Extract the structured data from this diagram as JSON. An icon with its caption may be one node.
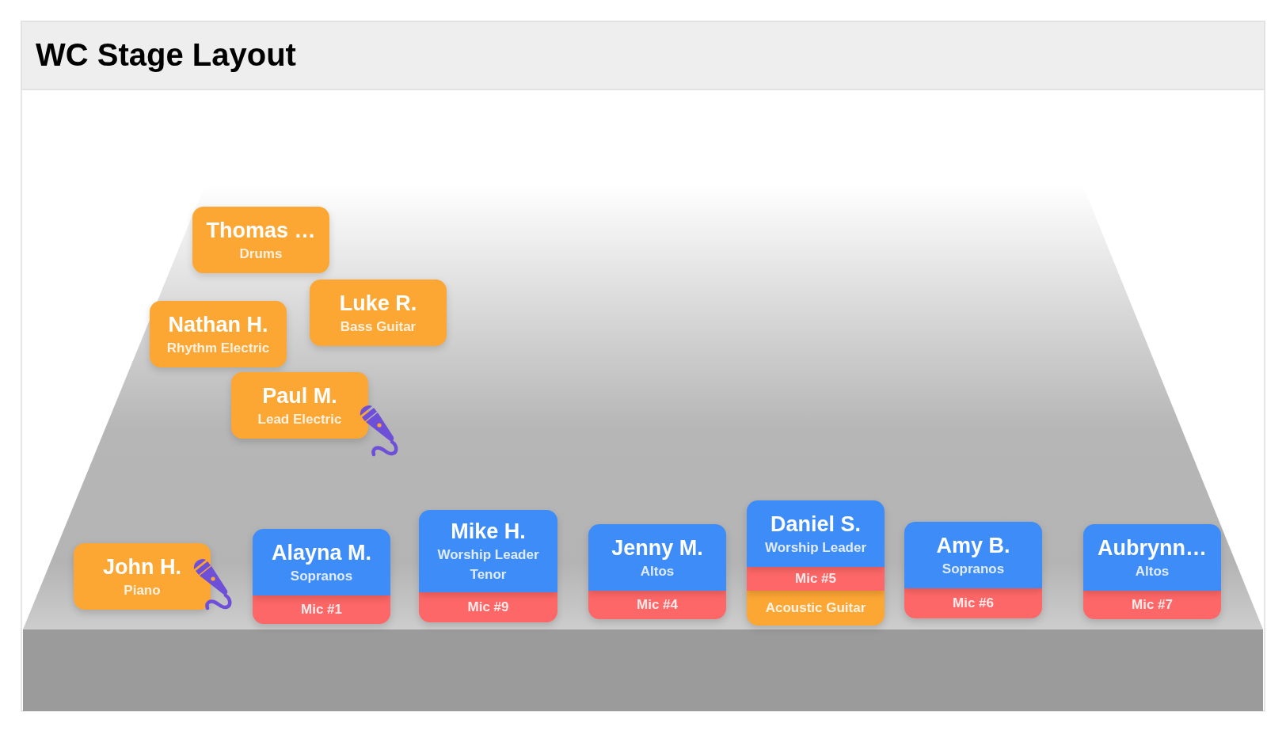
{
  "diagram": {
    "title": "WC Stage Layout",
    "nodes": [
      {
        "text": [
          "Thomas …",
          "Drums"
        ]
      },
      {
        "text": [
          "Luke R.",
          "Bass Guitar"
        ]
      },
      {
        "text": [
          "Nathan H.",
          "Rhythm Electric"
        ]
      },
      {
        "text": [
          "Paul M.",
          "Lead Electric"
        ]
      },
      {
        "text": [],
        "shape": "picture"
      },
      {
        "text": [
          "John H.",
          "Piano"
        ]
      },
      {
        "text": [],
        "shape": "picture"
      },
      {
        "text": [
          "Alayna M.",
          "Sopranos"
        ]
      },
      {
        "text": [
          "Mic #1"
        ]
      },
      {
        "text": [
          "Mike H.",
          "Worship Leader",
          "Tenor"
        ]
      },
      {
        "text": [
          "Mic #9"
        ]
      },
      {
        "text": [
          "Jenny M.",
          "Altos"
        ]
      },
      {
        "text": [
          "Mic #4"
        ]
      },
      {
        "text": [
          "Daniel S.",
          "Worship Leader"
        ]
      },
      {
        "text": [
          "Mic #5"
        ]
      },
      {
        "text": [
          "Acoustic Guitar"
        ]
      },
      {
        "text": [
          "Amy B.",
          "Sopranos"
        ]
      },
      {
        "text": [
          "Mic #6"
        ]
      },
      {
        "text": [
          "Aubrynn…",
          "Altos"
        ]
      },
      {
        "text": [
          "Mic #7"
        ]
      }
    ],
    "edges": []
  }
}
